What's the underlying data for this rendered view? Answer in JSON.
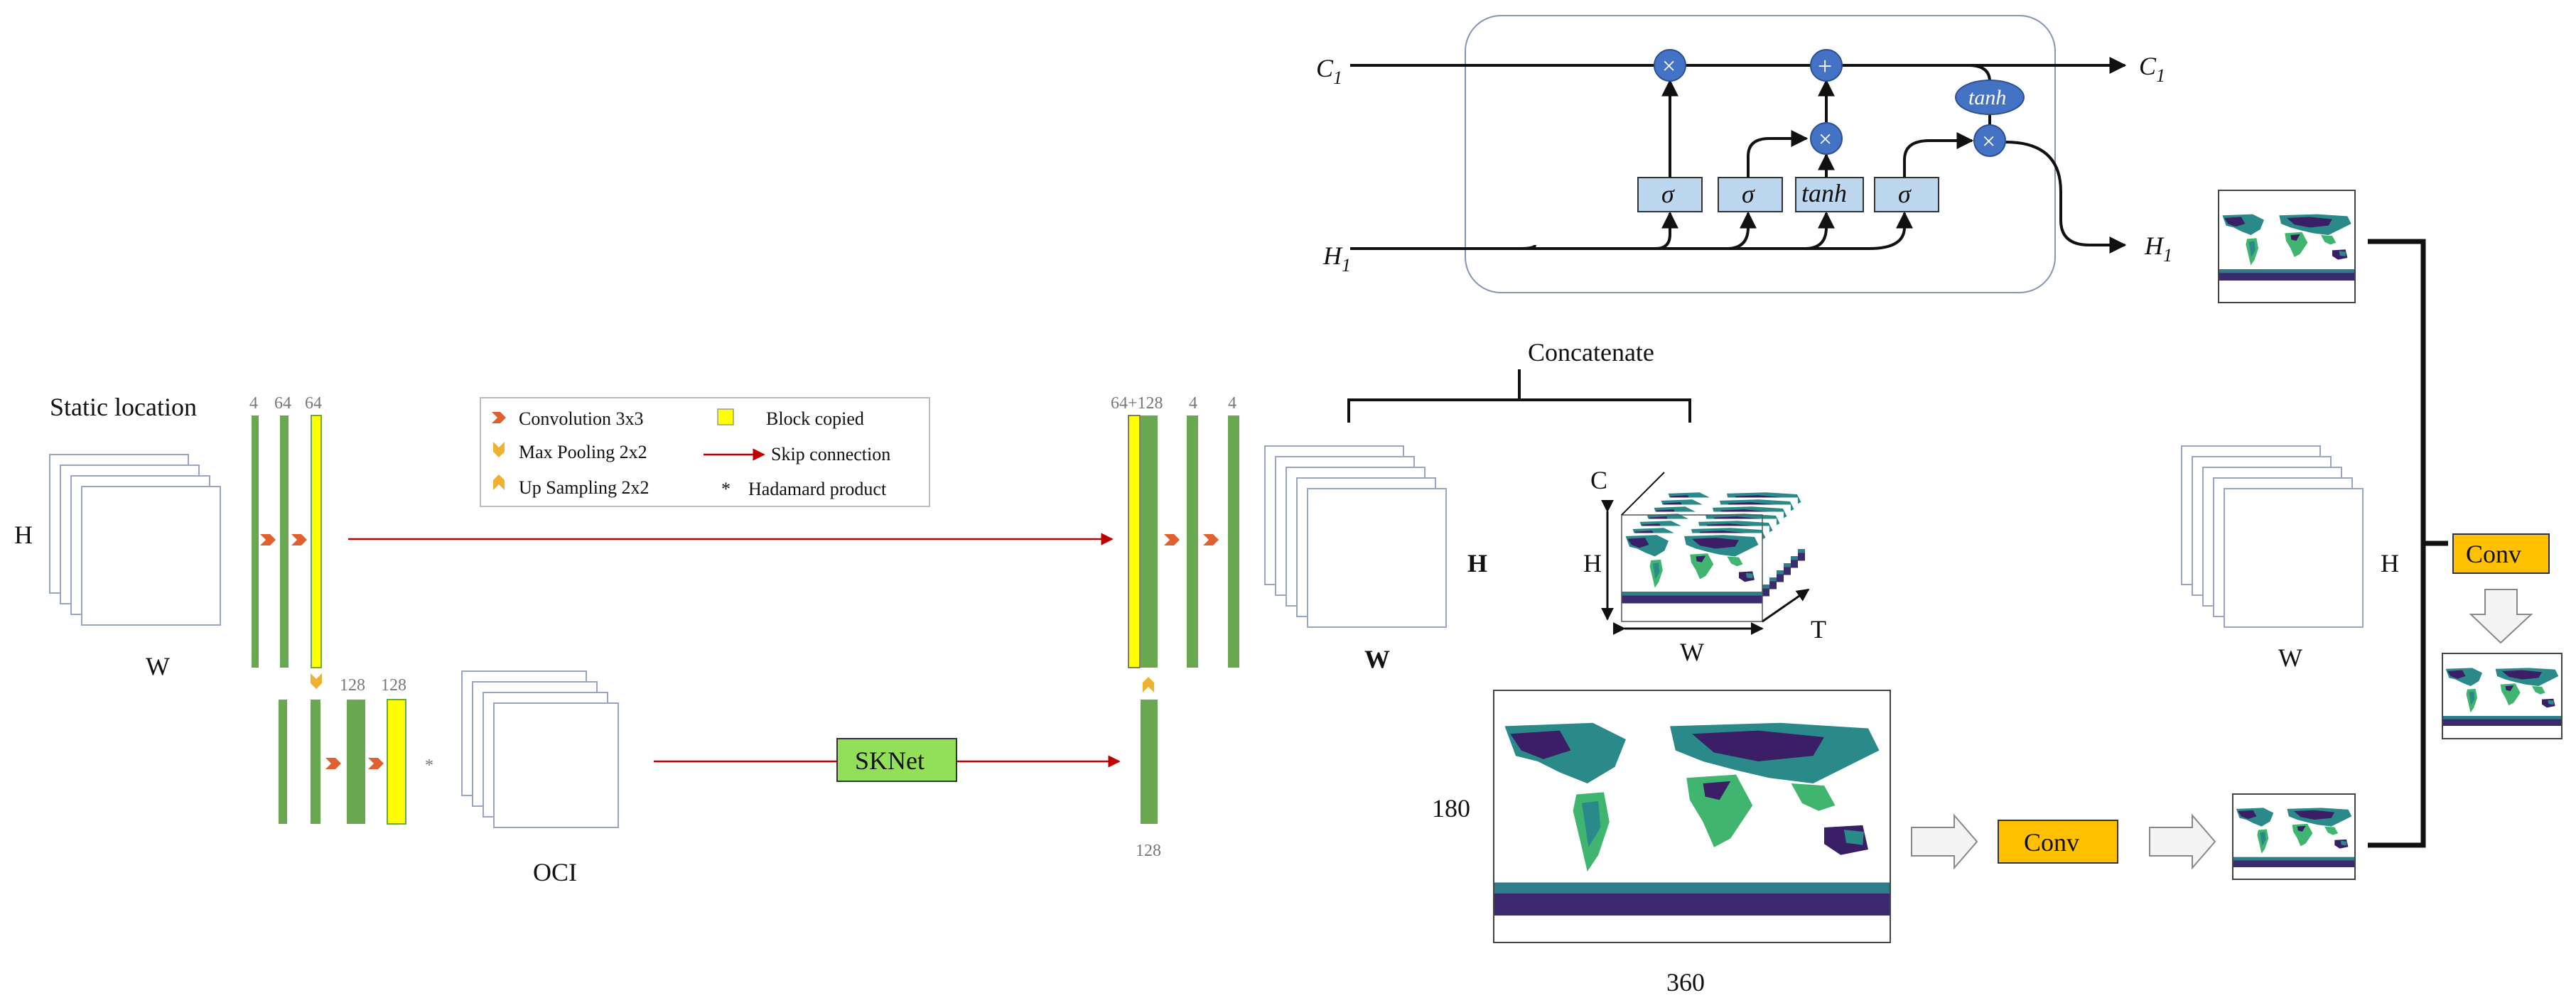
{
  "diagram": {
    "left_stack_label": "Static location",
    "left_stack_h": "H",
    "left_stack_w": "W",
    "enc_channels": [
      "4",
      "64",
      "64"
    ],
    "enc2_channels": [
      "128",
      "128"
    ],
    "dec_channels": [
      "64+128",
      "4",
      "4"
    ],
    "dec_bottom_channel": "128",
    "oci_label": "OCI",
    "skip_module": "SKNet",
    "hadamard_mark": "*",
    "legend": {
      "conv": "Convolution 3x3",
      "pool": "Max Pooling 2x2",
      "up": "Up Sampling 2x2",
      "copied": "Block copied",
      "skip": "Skip connection",
      "hadamard_symbol": "*",
      "hadamard": "Hadamard product"
    },
    "mid_stack_h": "H",
    "mid_stack_w": "W",
    "concat_label": "Concatenate",
    "cube_c": "C",
    "cube_h": "H",
    "cube_w": "W",
    "cube_t": "T",
    "lstm": {
      "c_in": "C",
      "c_in_sub": "1",
      "h_in": "H",
      "h_in_sub": "1",
      "c_out": "C",
      "c_out_sub": "1",
      "h_out": "H",
      "h_out_sub": "1",
      "sigma": "σ",
      "tanh": "tanh",
      "times": "×",
      "plus": "+"
    },
    "map_dim_height": "180",
    "map_dim_width": "360",
    "conv_label": "Conv",
    "right_stack_h": "H",
    "right_stack_w": "W",
    "right_conv_label": "Conv"
  },
  "colors": {
    "green": "#6aa84f",
    "yellow": "#ffff00",
    "red": "#c00000",
    "orange_chevron": "#e06030",
    "gold_chevron": "#f0b030",
    "sknet": "#92e05a",
    "conv": "#ffc000",
    "gate_box": "#bdd7ee",
    "op_circle": "#4472c4",
    "map_ocean": "#ffffff",
    "map_dark": "#3b1f66",
    "map_teal": "#2a8a8a",
    "map_green": "#3fb56f"
  }
}
